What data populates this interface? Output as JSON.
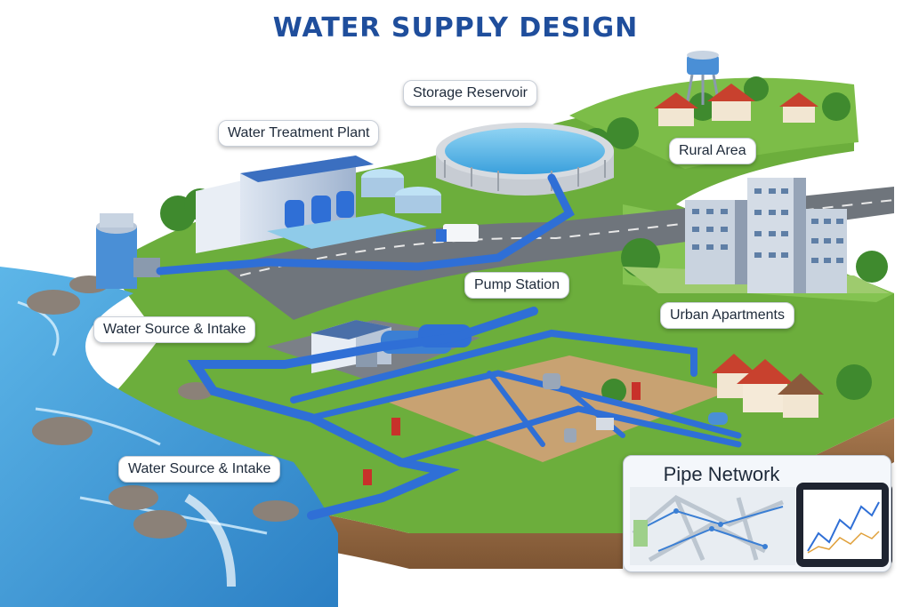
{
  "title": "WATER SUPPLY DESIGN",
  "labels": {
    "storage_reservoir": "Storage Reservoir",
    "water_treatment_plant": "Water Treatment Plant",
    "rural_area": "Rural Area",
    "pump_station": "Pump Station",
    "urban_apartments": "Urban Apartments",
    "water_source_intake_upper": "Water Source & Intake",
    "water_source_intake_lower": "Water Source & Intake",
    "pipe_network": "Pipe Network"
  },
  "colors": {
    "title": "#1f4e9c",
    "pipe": "#2f6fd6",
    "water": "#3a9ad9",
    "grass": "#6cae3c",
    "soil": "#9b7048",
    "road": "#6f757c"
  }
}
